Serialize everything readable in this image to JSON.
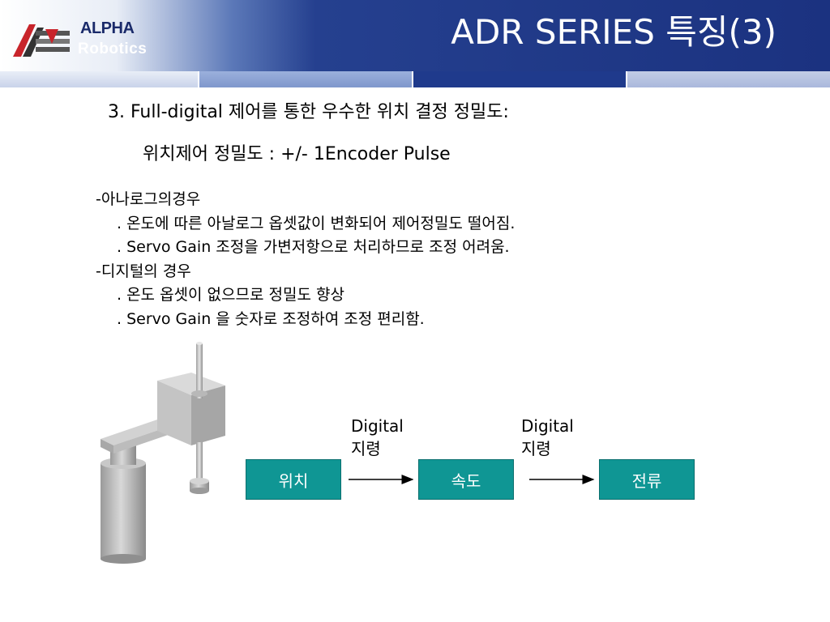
{
  "slide": {
    "title": "ADR SERIES 특징(3)",
    "logo": {
      "line1": "ALPHA",
      "line2": "Robotics"
    },
    "heading": "3. Full-digital 제어를 통한 우수한 위치 결정 정밀도:",
    "subheading": "위치제어 정밀도 : +/- 1Encoder Pulse",
    "bullets": [
      "-아나로그의경우",
      ". 온도에 따른 아날로그 옵셋값이 변화되어 제어정밀도 떨어짐.",
      ". Servo Gain 조정을 가변저항으로 처리하므로 조정 어려움.",
      "-디지털의 경우",
      ". 온도 옵셋이 없으므로 정밀도 향상",
      ". Servo Gain 을 숫자로 조정하여 조정 편리함."
    ],
    "diagram": {
      "boxes": [
        "위치",
        "속도",
        "전류"
      ],
      "labels": [
        {
          "line1": "Digital",
          "line2": "지령"
        },
        {
          "line1": "Digital",
          "line2": "지령"
        }
      ]
    },
    "colors": {
      "box": "#0f9694",
      "header_dark": "#1b3280",
      "title_text": "#ffffff"
    }
  }
}
